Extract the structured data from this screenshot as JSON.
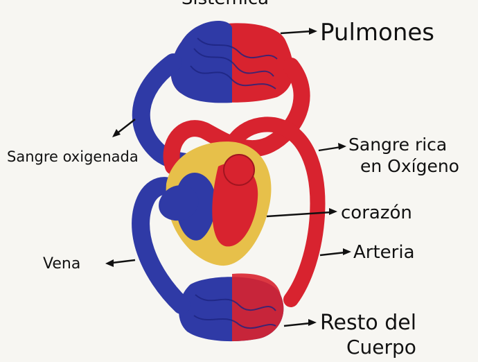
{
  "title_partial": "Sistémica",
  "labels": {
    "pulmones": "Pulmones",
    "sangre_oxigenada": "Sangre oxigenada",
    "sangre_rica_1": "Sangre rica",
    "sangre_rica_2": "en Oxígeno",
    "corazon": "corazón",
    "arteria": "Arteria",
    "vena": "Vena",
    "resto_1": "Resto del",
    "resto_2": "Cuerpo"
  },
  "colors": {
    "oxygenated": "#d8232f",
    "deoxygenated": "#2f3aa6",
    "heart_wall": "#e7c04a",
    "ink": "#111111",
    "paper": "#f7f6f2"
  }
}
